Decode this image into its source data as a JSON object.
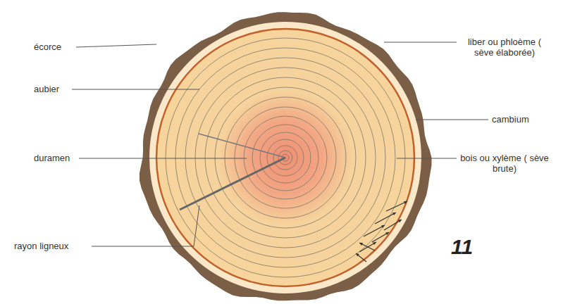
{
  "diagram": {
    "labels": [
      "écorce",
      "aubier",
      "duramen",
      "rayon ligneux",
      "liber ou phloème ( sève élaborée)",
      "cambium",
      "bois ou xylème ( sève brute)",
      "11"
    ]
  }
}
